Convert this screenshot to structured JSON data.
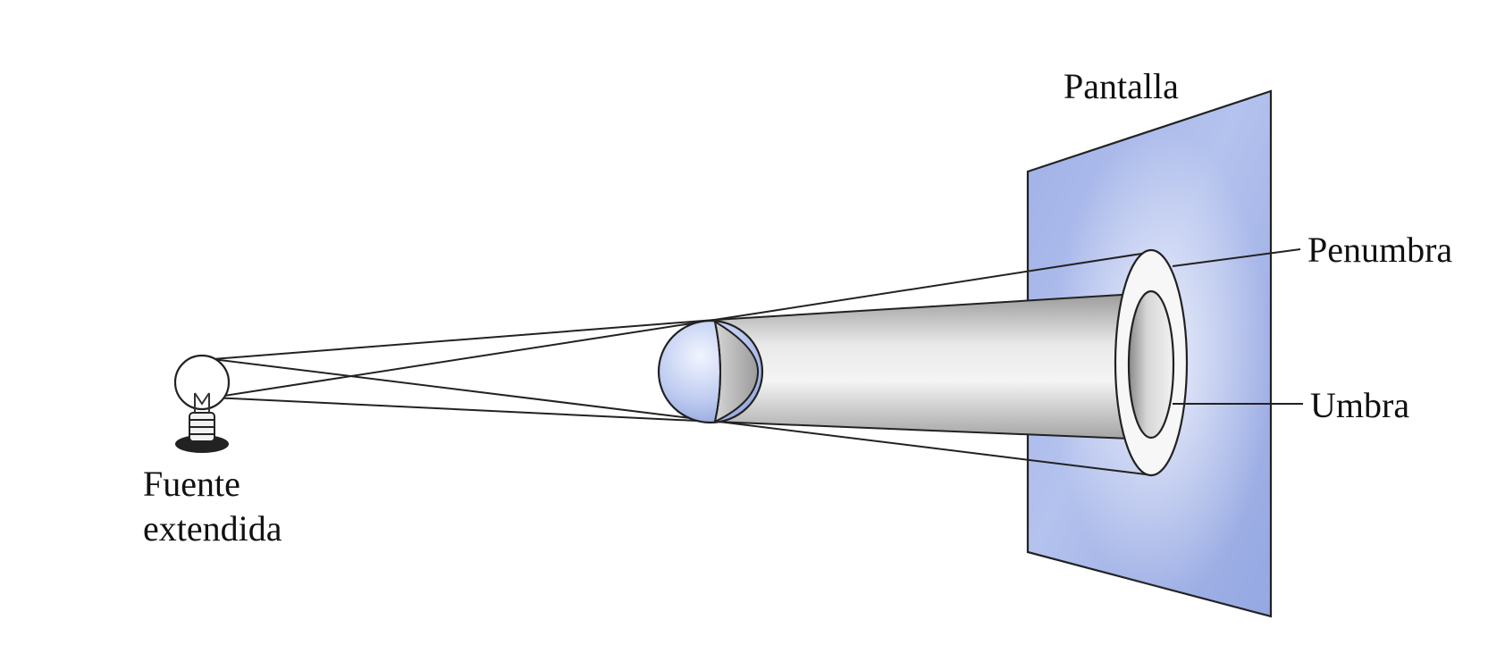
{
  "labels": {
    "screen": "Pantalla",
    "penumbra": "Penumbra",
    "umbra": "Umbra",
    "source_line1": "Fuente",
    "source_line2": "extendida"
  },
  "colors": {
    "screen_fill": "#a7b6e8",
    "screen_light": "#dfe6f8",
    "shadow_gray": "#8a8a8a",
    "sphere_blue": "#b9c6ef",
    "line": "#222222"
  },
  "icons": {
    "source": "light-bulb-icon"
  }
}
